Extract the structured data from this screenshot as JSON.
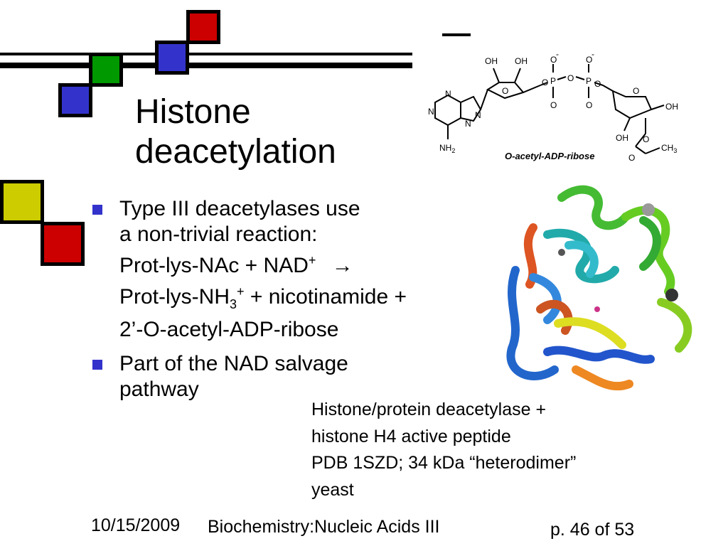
{
  "colors": {
    "red": "#cc0000",
    "green": "#009900",
    "blue": "#3333cc",
    "yellow": "#cccc00",
    "bullet": "#3333cc"
  },
  "slide": {
    "title_line1": "Histone",
    "title_line2": "deacetylation",
    "bullet1": {
      "line1": "Type III deacetylases use",
      "line2": "a non-trivial reaction:",
      "line3_main": "Prot-lys-NAc + NAD",
      "line3_sup": "+",
      "arrow": "→",
      "line4_main": "Prot-lys-NH",
      "line4_sub": "3",
      "line4_sup": "+",
      "line4_rest": " + nicotinamide +",
      "line5": "2’-O-acetyl-ADP-ribose"
    },
    "bullet2": {
      "line1": "Part of the NAD salvage",
      "line2": "pathway"
    },
    "caption": {
      "line1": "Histone/protein deacetylase +",
      "line2": "histone H4 active peptide",
      "line3": "PDB 1SZD; 34 kDa “heterodimer”",
      "line4": "yeast"
    },
    "structure_label": "O-acetyl-ADP-ribose",
    "atoms": {
      "oh": "OH",
      "o": "O",
      "p": "P",
      "n": "N",
      "nh2": "NH",
      "nh2_sub": "2",
      "ch3": "CH",
      "ch3_sub": "3",
      "minus": "-"
    }
  },
  "footer": {
    "date": "10/15/2009",
    "course": "Biochemistry:Nucleic Acids III",
    "page": "p. 46 of 53"
  }
}
